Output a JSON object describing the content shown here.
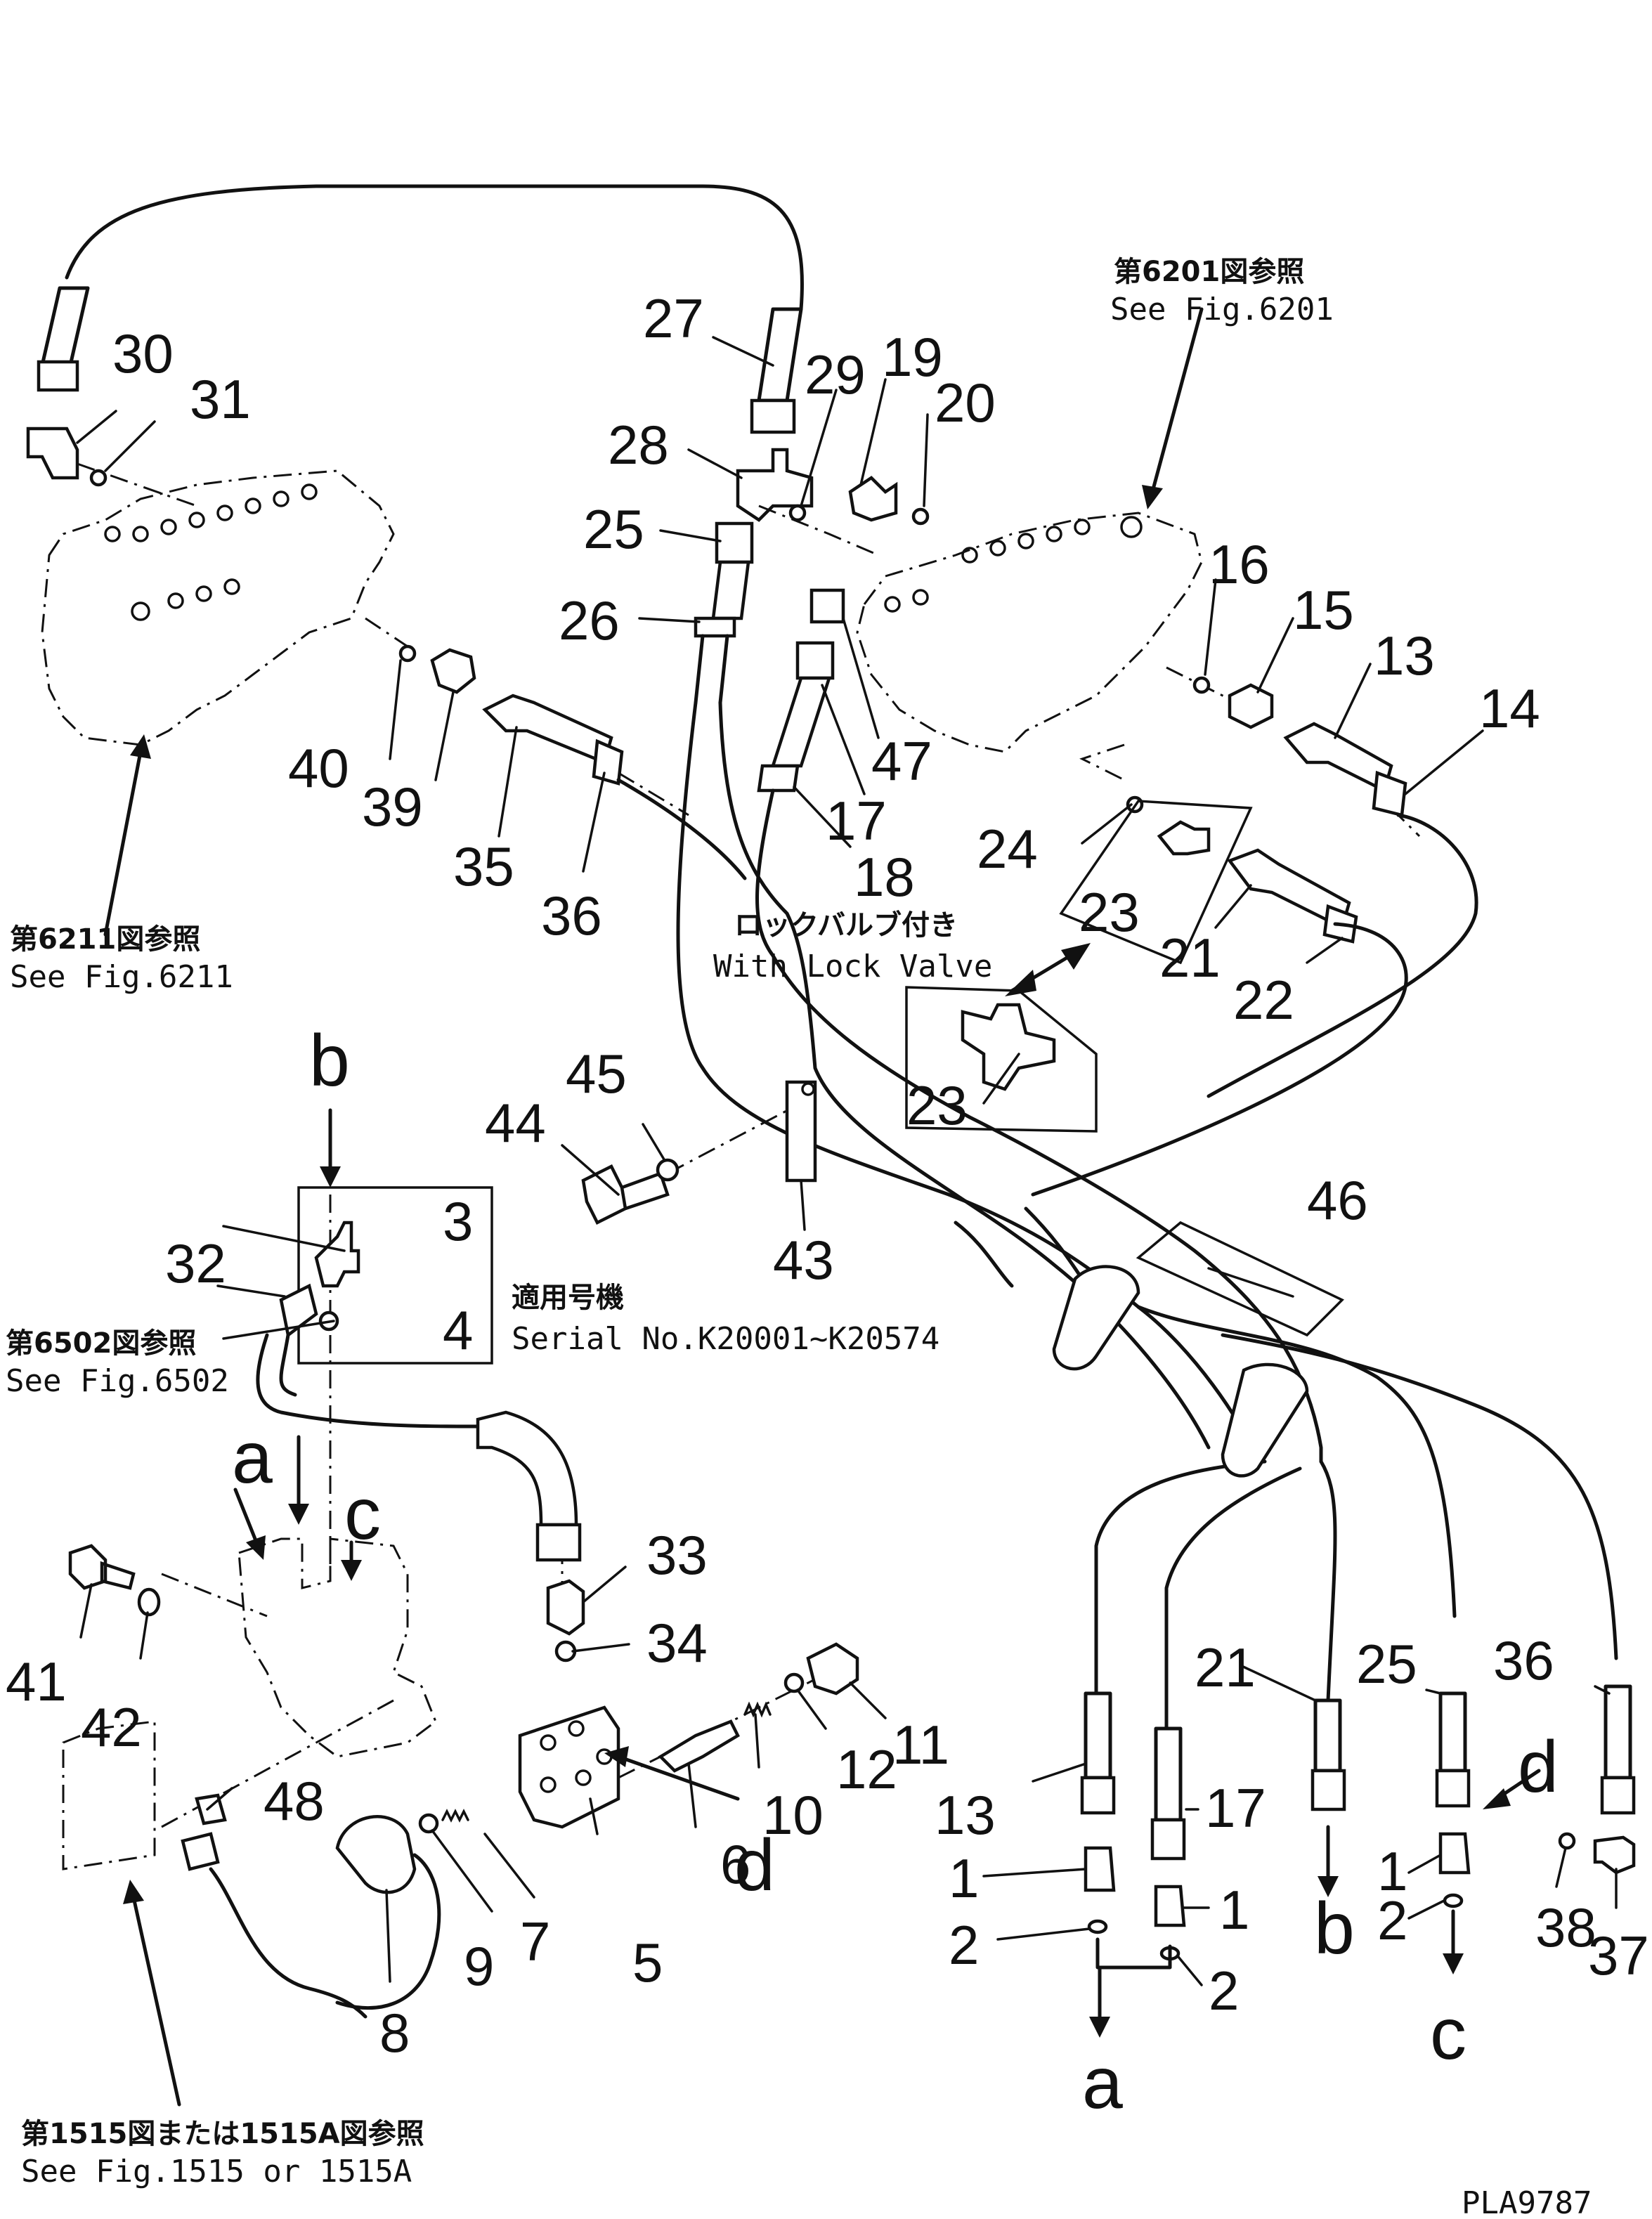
{
  "refs": {
    "fig6201_ja": "第6201図参照",
    "fig6201_en": "See Fig.6201",
    "fig6211_ja": "第6211図参照",
    "fig6211_en": "See Fig.6211",
    "fig6502_ja": "第6502図参照",
    "fig6502_en": "See Fig.6502",
    "fig1515_ja": "第1515図または1515A図参照",
    "fig1515_en": "See Fig.1515 or 1515A"
  },
  "notes": {
    "lock_ja": "ロックバルブ付き",
    "lock_en": "With Lock Valve",
    "serial_ja": "適用号機",
    "serial_en": "Serial No.K20001~K20574"
  },
  "code": "PLA9787",
  "labels": {
    "n1a": "1",
    "n1b": "1",
    "n1c": "1",
    "n2a": "2",
    "n2b": "2",
    "n2c": "2",
    "n3": "3",
    "n4": "4",
    "n5": "5",
    "n6": "6",
    "n7": "7",
    "n8": "8",
    "n9": "9",
    "n10": "10",
    "n11": "11",
    "n12": "12",
    "n13a": "13",
    "n13b": "13",
    "n14": "14",
    "n15": "15",
    "n16": "16",
    "n17a": "17",
    "n17b": "17",
    "n18": "18",
    "n19": "19",
    "n20": "20",
    "n21a": "21",
    "n21b": "21",
    "n22": "22",
    "n23a": "23",
    "n23b": "23",
    "n24": "24",
    "n25a": "25",
    "n25b": "25",
    "n26": "26",
    "n27": "27",
    "n28": "28",
    "n29": "29",
    "n30": "30",
    "n31": "31",
    "n32": "32",
    "n33": "33",
    "n34": "34",
    "n35": "35",
    "n36a": "36",
    "n36b": "36",
    "n37": "37",
    "n38": "38",
    "n39": "39",
    "n40": "40",
    "n41": "41",
    "n42": "42",
    "n43": "43",
    "n44": "44",
    "n45": "45",
    "n46": "46",
    "n47": "47",
    "n48": "48"
  },
  "letters": {
    "a_top": "a",
    "b_top": "b",
    "c_top": "c",
    "d_top": "d",
    "a_bot": "a",
    "b_bot": "b",
    "c_bot": "c",
    "d_bot": "d"
  }
}
